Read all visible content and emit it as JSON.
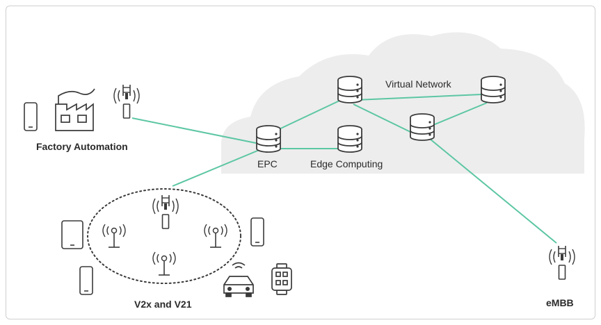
{
  "labels": {
    "factory": "Factory Automation",
    "epc": "EPC",
    "edge": "Edge Computing",
    "virtual": "Virtual Network",
    "v2x": "V2x and V21",
    "embb": "eMBB"
  },
  "colors": {
    "link": "#5cc6a4",
    "icon": "#3a3a3a",
    "cloud": "#ededed",
    "border": "#cfcfcf"
  },
  "icons": {
    "server": "server-stack-icon",
    "tower": "cell-tower-icon",
    "phone": "smartphone-icon",
    "tablet": "tablet-icon",
    "factory": "factory-icon",
    "antenna": "wireless-antenna-icon",
    "car": "connected-car-icon",
    "watch": "smartwatch-icon"
  }
}
